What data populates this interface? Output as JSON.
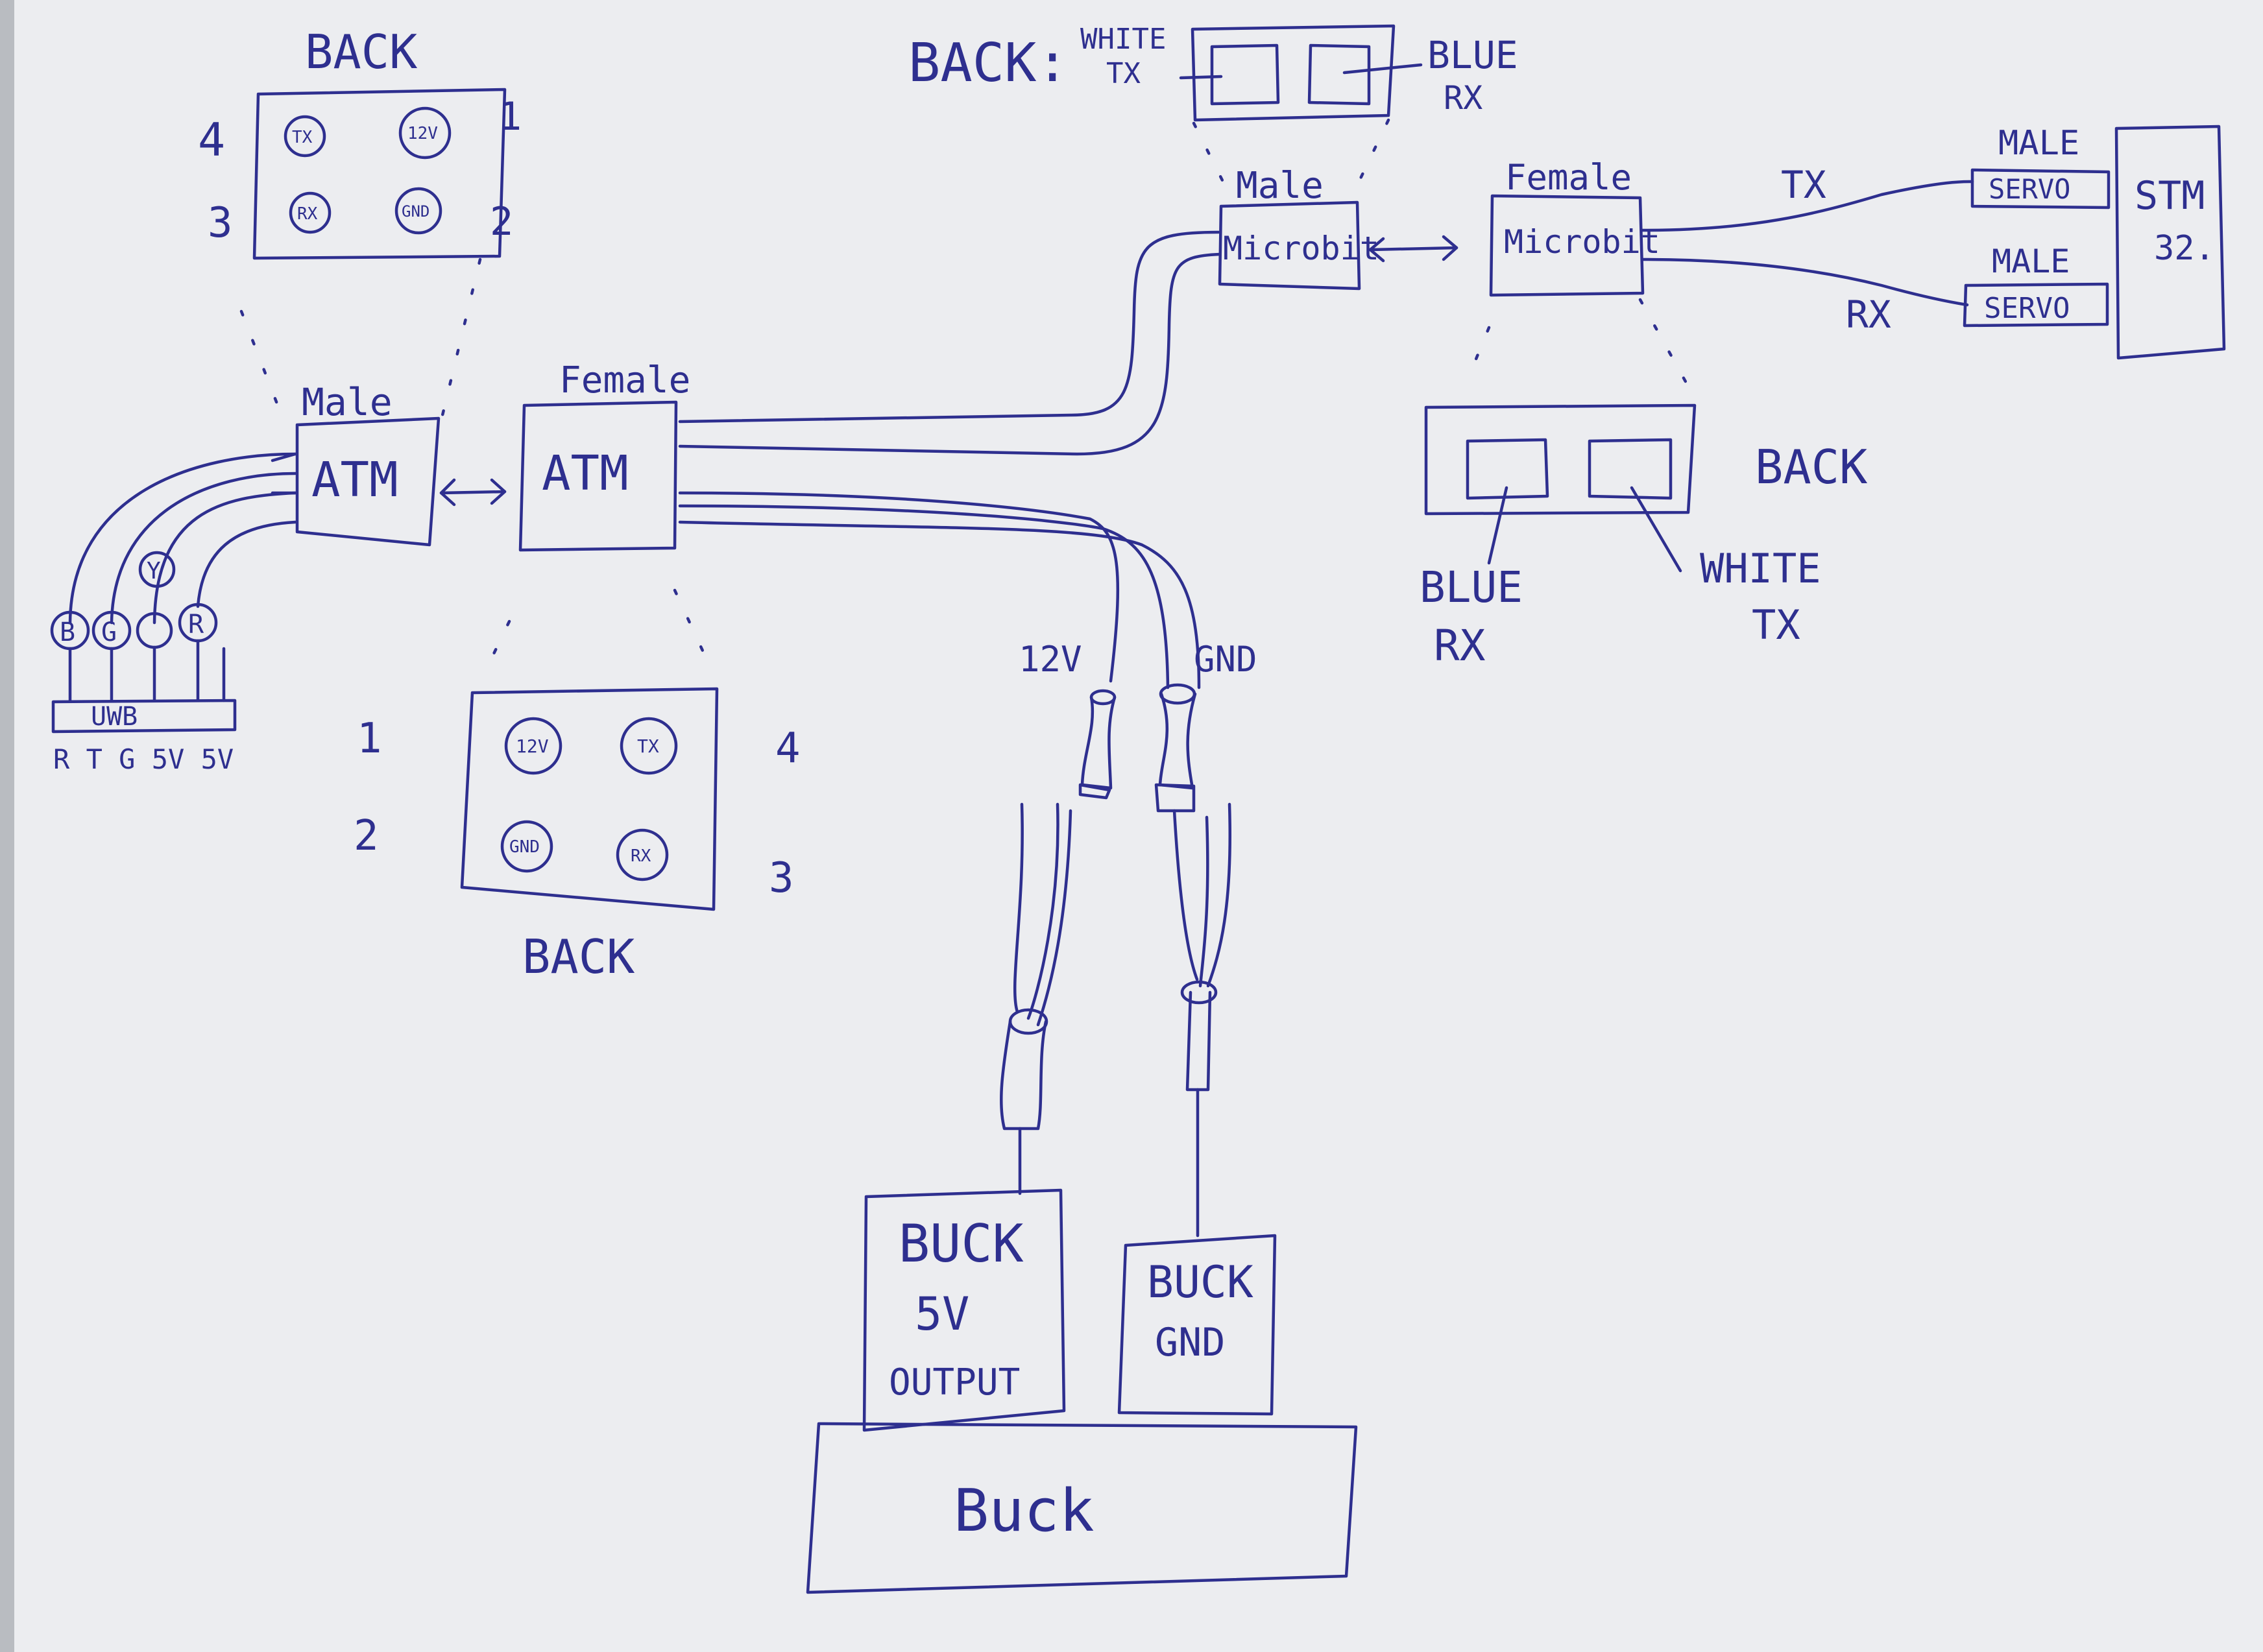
{
  "colors": {
    "paper": "#ecedf0",
    "paper_shadow": "#b9bcc1",
    "ink": "#2e2f8f"
  },
  "labels": {
    "back_atm_male": "BACK",
    "back_atm_female": "BACK",
    "back_microbit_male": "BACK:",
    "back_microbit_female": "BACK",
    "male_atm": "Male",
    "female_atm": "Female",
    "atm": "ATM",
    "male_microbit": "Male",
    "female_microbit": "Female",
    "microbit": "Microbit",
    "stm32": "STM",
    "stm32_b": "32.",
    "male_servo": "MALE",
    "servo": "SERVO",
    "tx": "TX",
    "rx": "RX",
    "white": "WHITE",
    "blue": "BLUE",
    "uwb": "UWB",
    "uwb_pins": "R T G 5V 5V",
    "wire_12v": "12V",
    "wire_gnd": "GND",
    "buck_5v_line1": "BUCK",
    "buck_5v_line2": "5V",
    "buck_5v_line3": "OUTPUT",
    "buck_gnd_line1": "BUCK",
    "buck_gnd_line2": "GND",
    "buck": "Buck"
  },
  "pins": {
    "tx": "TX",
    "rx": "RX",
    "v12": "12V",
    "gnd": "GND",
    "n1": "1",
    "n2": "2",
    "n3": "3",
    "n4": "4"
  },
  "uwb_wire_letters": [
    "B",
    "G",
    "Y",
    "R"
  ]
}
